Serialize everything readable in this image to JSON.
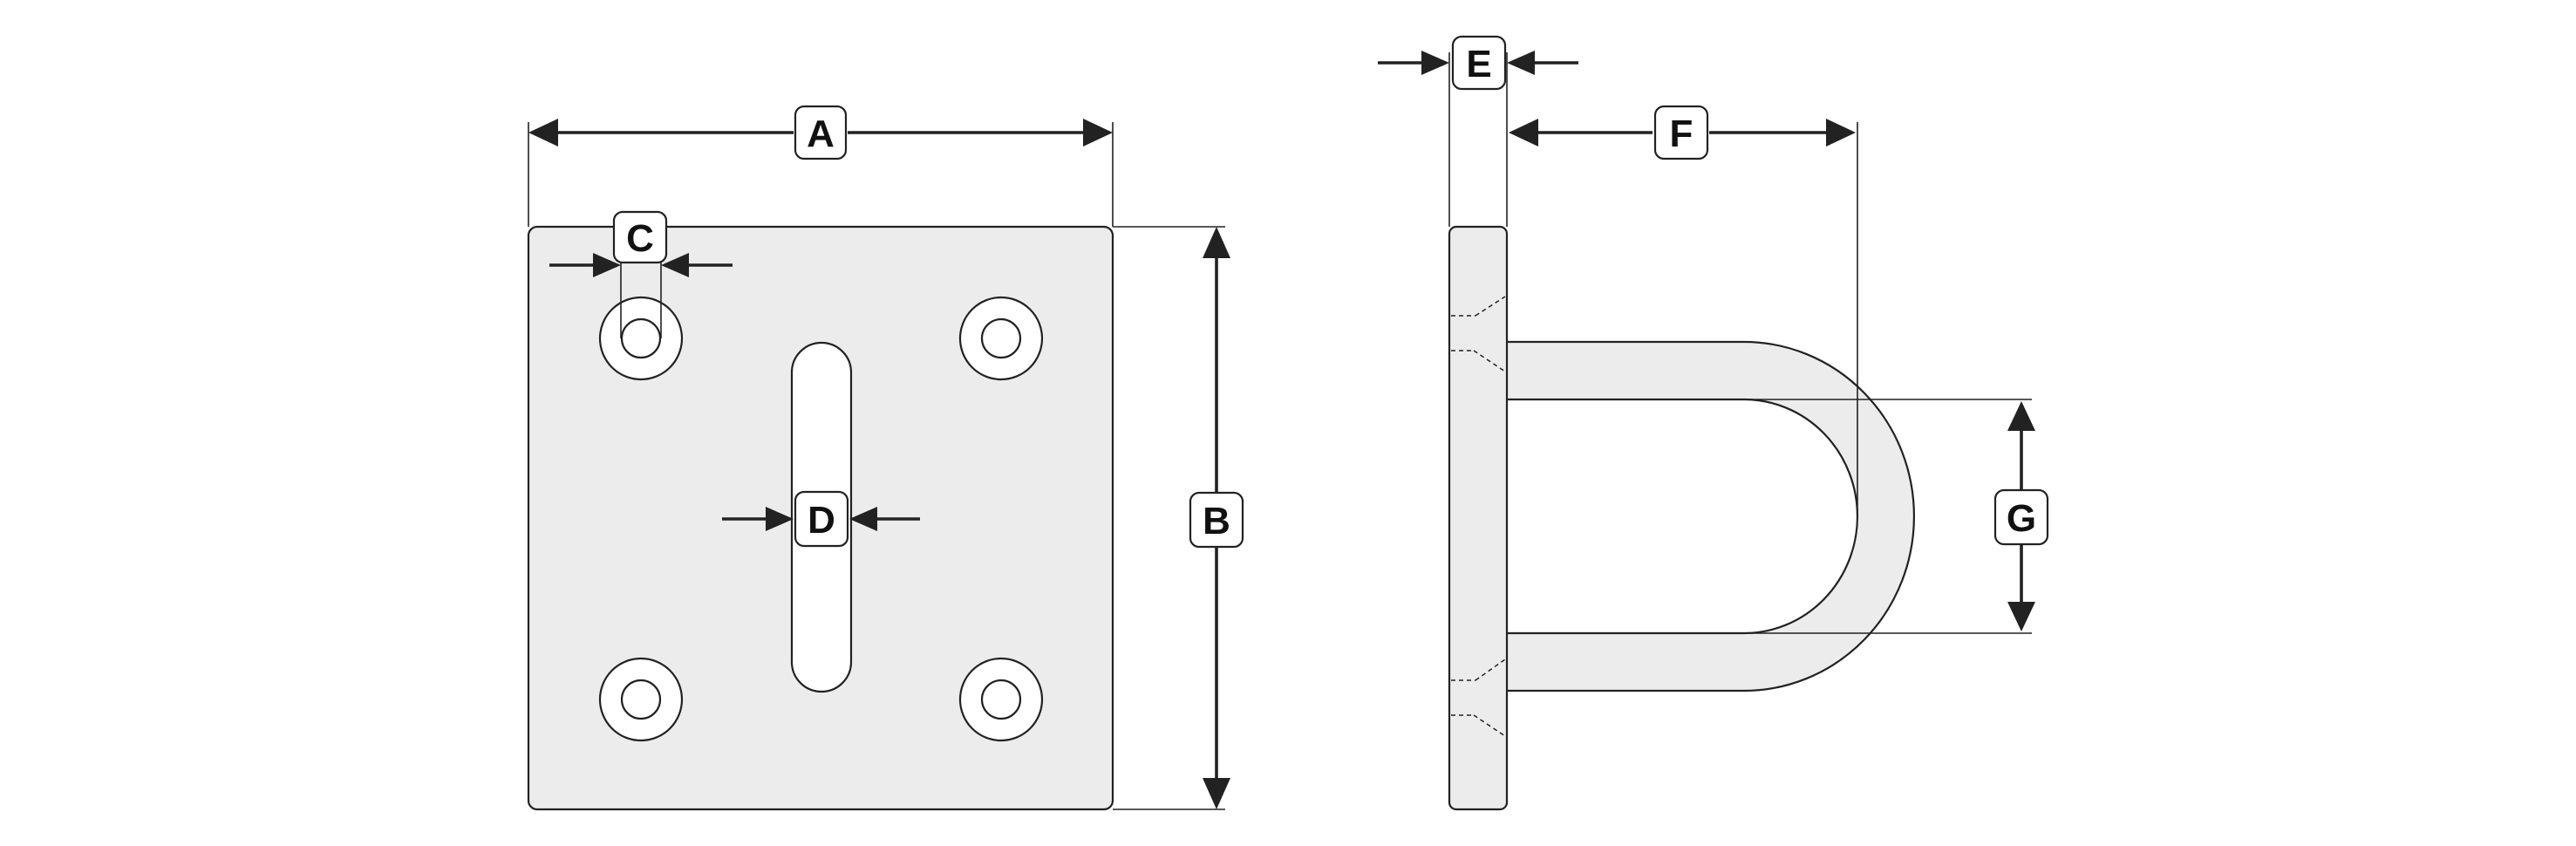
{
  "figure": {
    "dimension_labels": {
      "a": "A",
      "b": "B",
      "c": "C",
      "d": "D",
      "e": "E",
      "f": "F",
      "g": "G"
    }
  }
}
